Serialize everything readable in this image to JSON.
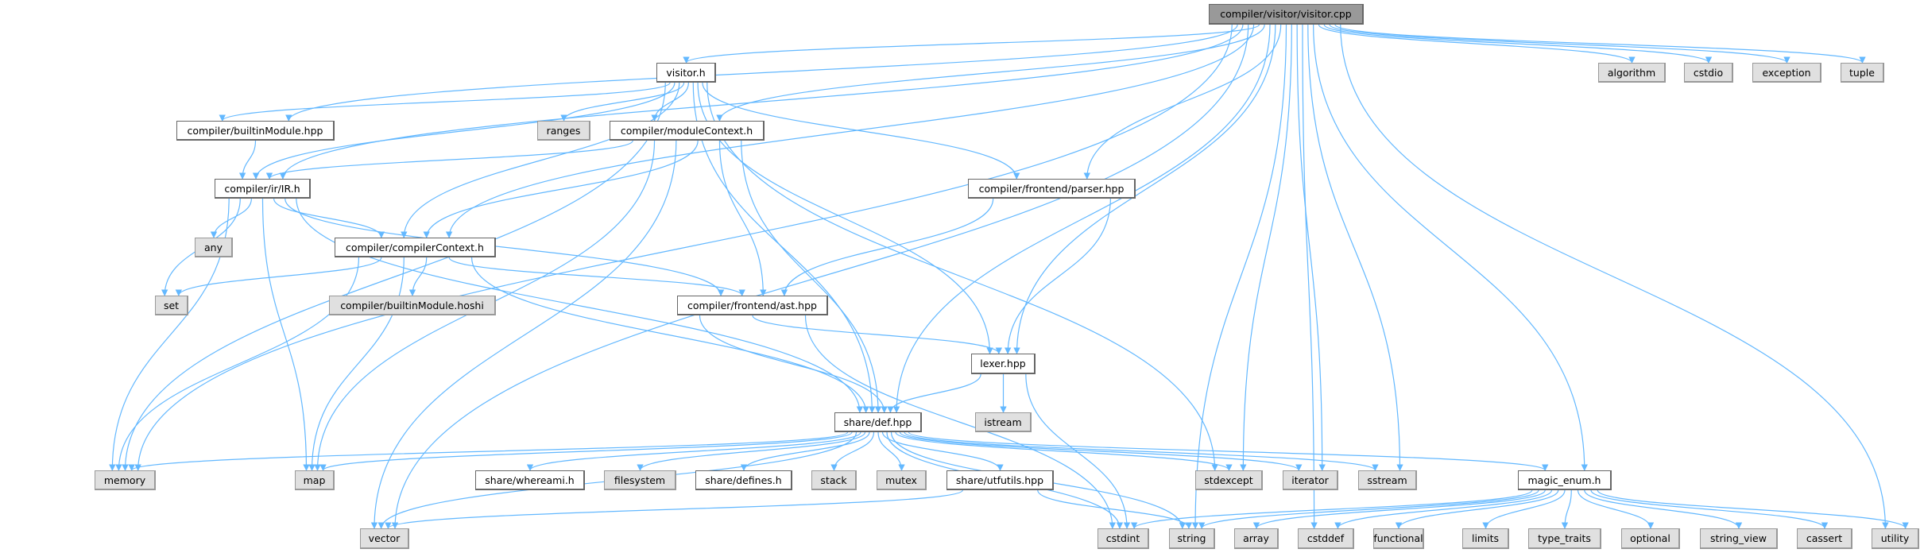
{
  "colors": {
    "edge": "#63b8ff",
    "main_fill": "#999999",
    "external_fill": "#e0e0e0",
    "local_fill": "#ffffff"
  },
  "nodes": [
    {
      "id": "visitor_cpp",
      "label": "compiler/visitor/visitor.cpp",
      "kind": "main"
    },
    {
      "id": "visitor_h",
      "label": "visitor.h",
      "kind": "white"
    },
    {
      "id": "algorithm",
      "label": "algorithm",
      "kind": "gray"
    },
    {
      "id": "cstdio",
      "label": "cstdio",
      "kind": "gray"
    },
    {
      "id": "exception",
      "label": "exception",
      "kind": "gray"
    },
    {
      "id": "tuple",
      "label": "tuple",
      "kind": "gray"
    },
    {
      "id": "builtinModule_hpp",
      "label": "compiler/builtinModule.hpp",
      "kind": "white"
    },
    {
      "id": "ranges",
      "label": "ranges",
      "kind": "gray"
    },
    {
      "id": "moduleContext_h",
      "label": "compiler/moduleContext.h",
      "kind": "white"
    },
    {
      "id": "ir_h",
      "label": "compiler/ir/IR.h",
      "kind": "white"
    },
    {
      "id": "parser_hpp",
      "label": "compiler/frontend/parser.hpp",
      "kind": "white"
    },
    {
      "id": "any",
      "label": "any",
      "kind": "gray"
    },
    {
      "id": "compilerContext_h",
      "label": "compiler/compilerContext.h",
      "kind": "white"
    },
    {
      "id": "set",
      "label": "set",
      "kind": "gray"
    },
    {
      "id": "builtinModule_hoshi",
      "label": "compiler/builtinModule.hoshi",
      "kind": "gray"
    },
    {
      "id": "ast_hpp",
      "label": "compiler/frontend/ast.hpp",
      "kind": "white"
    },
    {
      "id": "lexer_hpp",
      "label": "lexer.hpp",
      "kind": "white"
    },
    {
      "id": "def_hpp",
      "label": "share/def.hpp",
      "kind": "white"
    },
    {
      "id": "istream",
      "label": "istream",
      "kind": "gray"
    },
    {
      "id": "memory",
      "label": "memory",
      "kind": "gray"
    },
    {
      "id": "map",
      "label": "map",
      "kind": "gray"
    },
    {
      "id": "whereami_h",
      "label": "share/whereami.h",
      "kind": "white"
    },
    {
      "id": "filesystem",
      "label": "filesystem",
      "kind": "gray"
    },
    {
      "id": "defines_h",
      "label": "share/defines.h",
      "kind": "white"
    },
    {
      "id": "stack",
      "label": "stack",
      "kind": "gray"
    },
    {
      "id": "mutex",
      "label": "mutex",
      "kind": "gray"
    },
    {
      "id": "utfutils_hpp",
      "label": "share/utfutils.hpp",
      "kind": "white"
    },
    {
      "id": "stdexcept",
      "label": "stdexcept",
      "kind": "gray"
    },
    {
      "id": "iterator",
      "label": "iterator",
      "kind": "gray"
    },
    {
      "id": "sstream",
      "label": "sstream",
      "kind": "gray"
    },
    {
      "id": "magic_enum_h",
      "label": "magic_enum.h",
      "kind": "white"
    },
    {
      "id": "vector",
      "label": "vector",
      "kind": "gray"
    },
    {
      "id": "cstdint",
      "label": "cstdint",
      "kind": "gray"
    },
    {
      "id": "string",
      "label": "string",
      "kind": "gray"
    },
    {
      "id": "array",
      "label": "array",
      "kind": "gray"
    },
    {
      "id": "cstddef",
      "label": "cstddef",
      "kind": "gray"
    },
    {
      "id": "functional",
      "label": "functional",
      "kind": "gray"
    },
    {
      "id": "limits",
      "label": "limits",
      "kind": "gray"
    },
    {
      "id": "type_traits",
      "label": "type_traits",
      "kind": "gray"
    },
    {
      "id": "optional",
      "label": "optional",
      "kind": "gray"
    },
    {
      "id": "string_view",
      "label": "string_view",
      "kind": "gray"
    },
    {
      "id": "cassert",
      "label": "cassert",
      "kind": "gray"
    },
    {
      "id": "utility",
      "label": "utility",
      "kind": "gray"
    }
  ],
  "edges": [
    [
      "visitor_cpp",
      "visitor_h"
    ],
    [
      "visitor_cpp",
      "builtinModule_hpp"
    ],
    [
      "visitor_cpp",
      "ir_h"
    ],
    [
      "visitor_cpp",
      "compilerContext_h"
    ],
    [
      "visitor_cpp",
      "moduleContext_h"
    ],
    [
      "visitor_cpp",
      "parser_hpp"
    ],
    [
      "visitor_cpp",
      "lexer_hpp"
    ],
    [
      "visitor_cpp",
      "def_hpp"
    ],
    [
      "visitor_cpp",
      "memory"
    ],
    [
      "visitor_cpp",
      "vector"
    ],
    [
      "visitor_cpp",
      "stdexcept"
    ],
    [
      "visitor_cpp",
      "iterator"
    ],
    [
      "visitor_cpp",
      "sstream"
    ],
    [
      "visitor_cpp",
      "string"
    ],
    [
      "visitor_cpp",
      "cstddef"
    ],
    [
      "visitor_cpp",
      "magic_enum_h"
    ],
    [
      "visitor_cpp",
      "utility"
    ],
    [
      "visitor_cpp",
      "algorithm"
    ],
    [
      "visitor_cpp",
      "cstdio"
    ],
    [
      "visitor_cpp",
      "exception"
    ],
    [
      "visitor_cpp",
      "tuple"
    ],
    [
      "visitor_h",
      "builtinModule_hpp"
    ],
    [
      "visitor_h",
      "ir_h"
    ],
    [
      "visitor_h",
      "compilerContext_h"
    ],
    [
      "visitor_h",
      "moduleContext_h"
    ],
    [
      "visitor_h",
      "ranges"
    ],
    [
      "visitor_h",
      "memory"
    ],
    [
      "visitor_h",
      "parser_hpp"
    ],
    [
      "visitor_h",
      "lexer_hpp"
    ],
    [
      "visitor_h",
      "def_hpp"
    ],
    [
      "visitor_h",
      "stdexcept"
    ],
    [
      "builtinModule_hpp",
      "ir_h"
    ],
    [
      "moduleContext_h",
      "ir_h"
    ],
    [
      "moduleContext_h",
      "compilerContext_h"
    ],
    [
      "moduleContext_h",
      "ast_hpp"
    ],
    [
      "moduleContext_h",
      "def_hpp"
    ],
    [
      "moduleContext_h",
      "map"
    ],
    [
      "moduleContext_h",
      "vector"
    ],
    [
      "ir_h",
      "any"
    ],
    [
      "ir_h",
      "compilerContext_h"
    ],
    [
      "ir_h",
      "set"
    ],
    [
      "ir_h",
      "memory"
    ],
    [
      "ir_h",
      "map"
    ],
    [
      "ir_h",
      "def_hpp"
    ],
    [
      "ir_h",
      "ast_hpp"
    ],
    [
      "compilerContext_h",
      "set"
    ],
    [
      "compilerContext_h",
      "builtinModule_hoshi"
    ],
    [
      "compilerContext_h",
      "ast_hpp"
    ],
    [
      "compilerContext_h",
      "def_hpp"
    ],
    [
      "compilerContext_h",
      "memory"
    ],
    [
      "compilerContext_h",
      "map"
    ],
    [
      "parser_hpp",
      "ast_hpp"
    ],
    [
      "parser_hpp",
      "lexer_hpp"
    ],
    [
      "ast_hpp",
      "lexer_hpp"
    ],
    [
      "ast_hpp",
      "def_hpp"
    ],
    [
      "ast_hpp",
      "cstdint"
    ],
    [
      "lexer_hpp",
      "def_hpp"
    ],
    [
      "lexer_hpp",
      "istream"
    ],
    [
      "lexer_hpp",
      "cstdint"
    ],
    [
      "def_hpp",
      "memory"
    ],
    [
      "def_hpp",
      "map"
    ],
    [
      "def_hpp",
      "vector"
    ],
    [
      "def_hpp",
      "whereami_h"
    ],
    [
      "def_hpp",
      "filesystem"
    ],
    [
      "def_hpp",
      "defines_h"
    ],
    [
      "def_hpp",
      "stack"
    ],
    [
      "def_hpp",
      "mutex"
    ],
    [
      "def_hpp",
      "utfutils_hpp"
    ],
    [
      "def_hpp",
      "stdexcept"
    ],
    [
      "def_hpp",
      "iterator"
    ],
    [
      "def_hpp",
      "sstream"
    ],
    [
      "def_hpp",
      "magic_enum_h"
    ],
    [
      "def_hpp",
      "cstdint"
    ],
    [
      "def_hpp",
      "string"
    ],
    [
      "utfutils_hpp",
      "vector"
    ],
    [
      "utfutils_hpp",
      "string"
    ],
    [
      "magic_enum_h",
      "cstdint"
    ],
    [
      "magic_enum_h",
      "string"
    ],
    [
      "magic_enum_h",
      "array"
    ],
    [
      "magic_enum_h",
      "cstddef"
    ],
    [
      "magic_enum_h",
      "functional"
    ],
    [
      "magic_enum_h",
      "limits"
    ],
    [
      "magic_enum_h",
      "type_traits"
    ],
    [
      "magic_enum_h",
      "optional"
    ],
    [
      "magic_enum_h",
      "string_view"
    ],
    [
      "magic_enum_h",
      "cassert"
    ],
    [
      "magic_enum_h",
      "utility"
    ]
  ]
}
